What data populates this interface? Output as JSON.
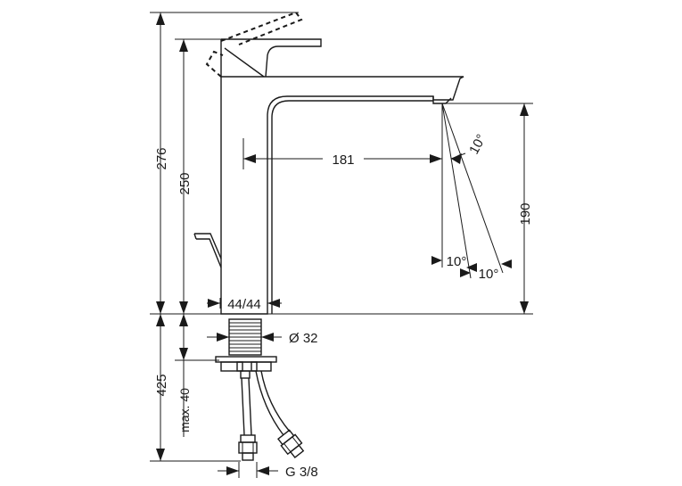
{
  "dimensions": {
    "total_height": "276",
    "body_height": "250",
    "reach": "181",
    "spout_height": "190",
    "base_width": "44/44",
    "shank_diameter": "Ø 32",
    "below_counter": "425",
    "max_thickness": "max. 40",
    "connection": "G 3/8",
    "angle_outer_top": "10°",
    "angle_inner_bottom": "10°",
    "angle_outer_bottom": "10°"
  }
}
